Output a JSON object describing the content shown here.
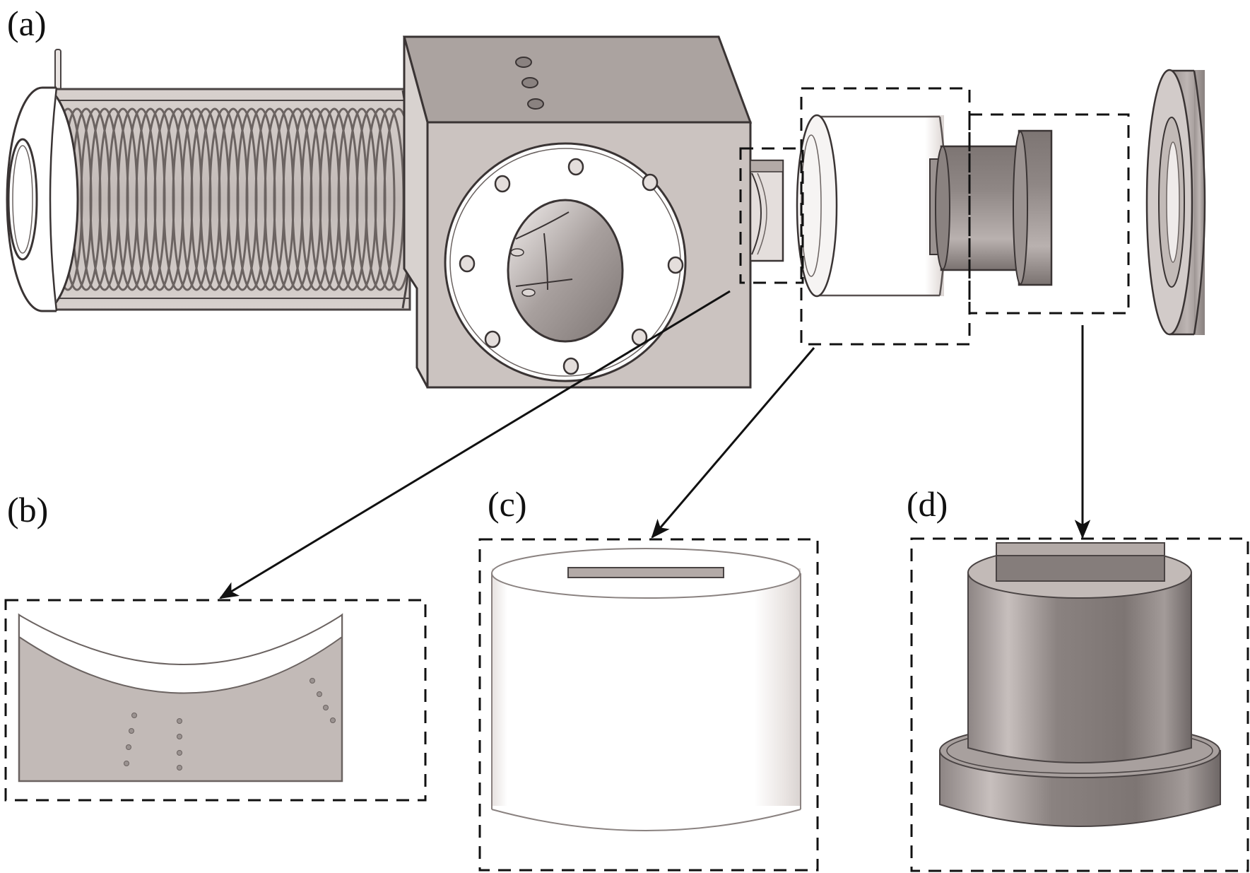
{
  "figure": {
    "panels": [
      {
        "id": "a",
        "label": "(a)",
        "description": "Assembled device: coiled cylindrical housing, cubic chamber with flanged viewport, and exploded components"
      },
      {
        "id": "b",
        "label": "(b)",
        "description": "Curved (concave) component with rows of small holes"
      },
      {
        "id": "c",
        "label": "(c)",
        "description": "White cylindrical component with slot on top face"
      },
      {
        "id": "d",
        "label": "(d)",
        "description": "Grey stepped cylindrical component with rectangular block on top"
      }
    ],
    "callouts": [
      {
        "from": "a",
        "to": "b"
      },
      {
        "from": "a",
        "to": "c"
      },
      {
        "from": "a",
        "to": "d"
      }
    ],
    "colors": {
      "outline": "#4a4444",
      "body_light": "#cbc3c0",
      "body_mid": "#b3aaa7",
      "body_dark": "#8a8280",
      "white_part": "#ffffff",
      "dash": "#111111"
    }
  }
}
